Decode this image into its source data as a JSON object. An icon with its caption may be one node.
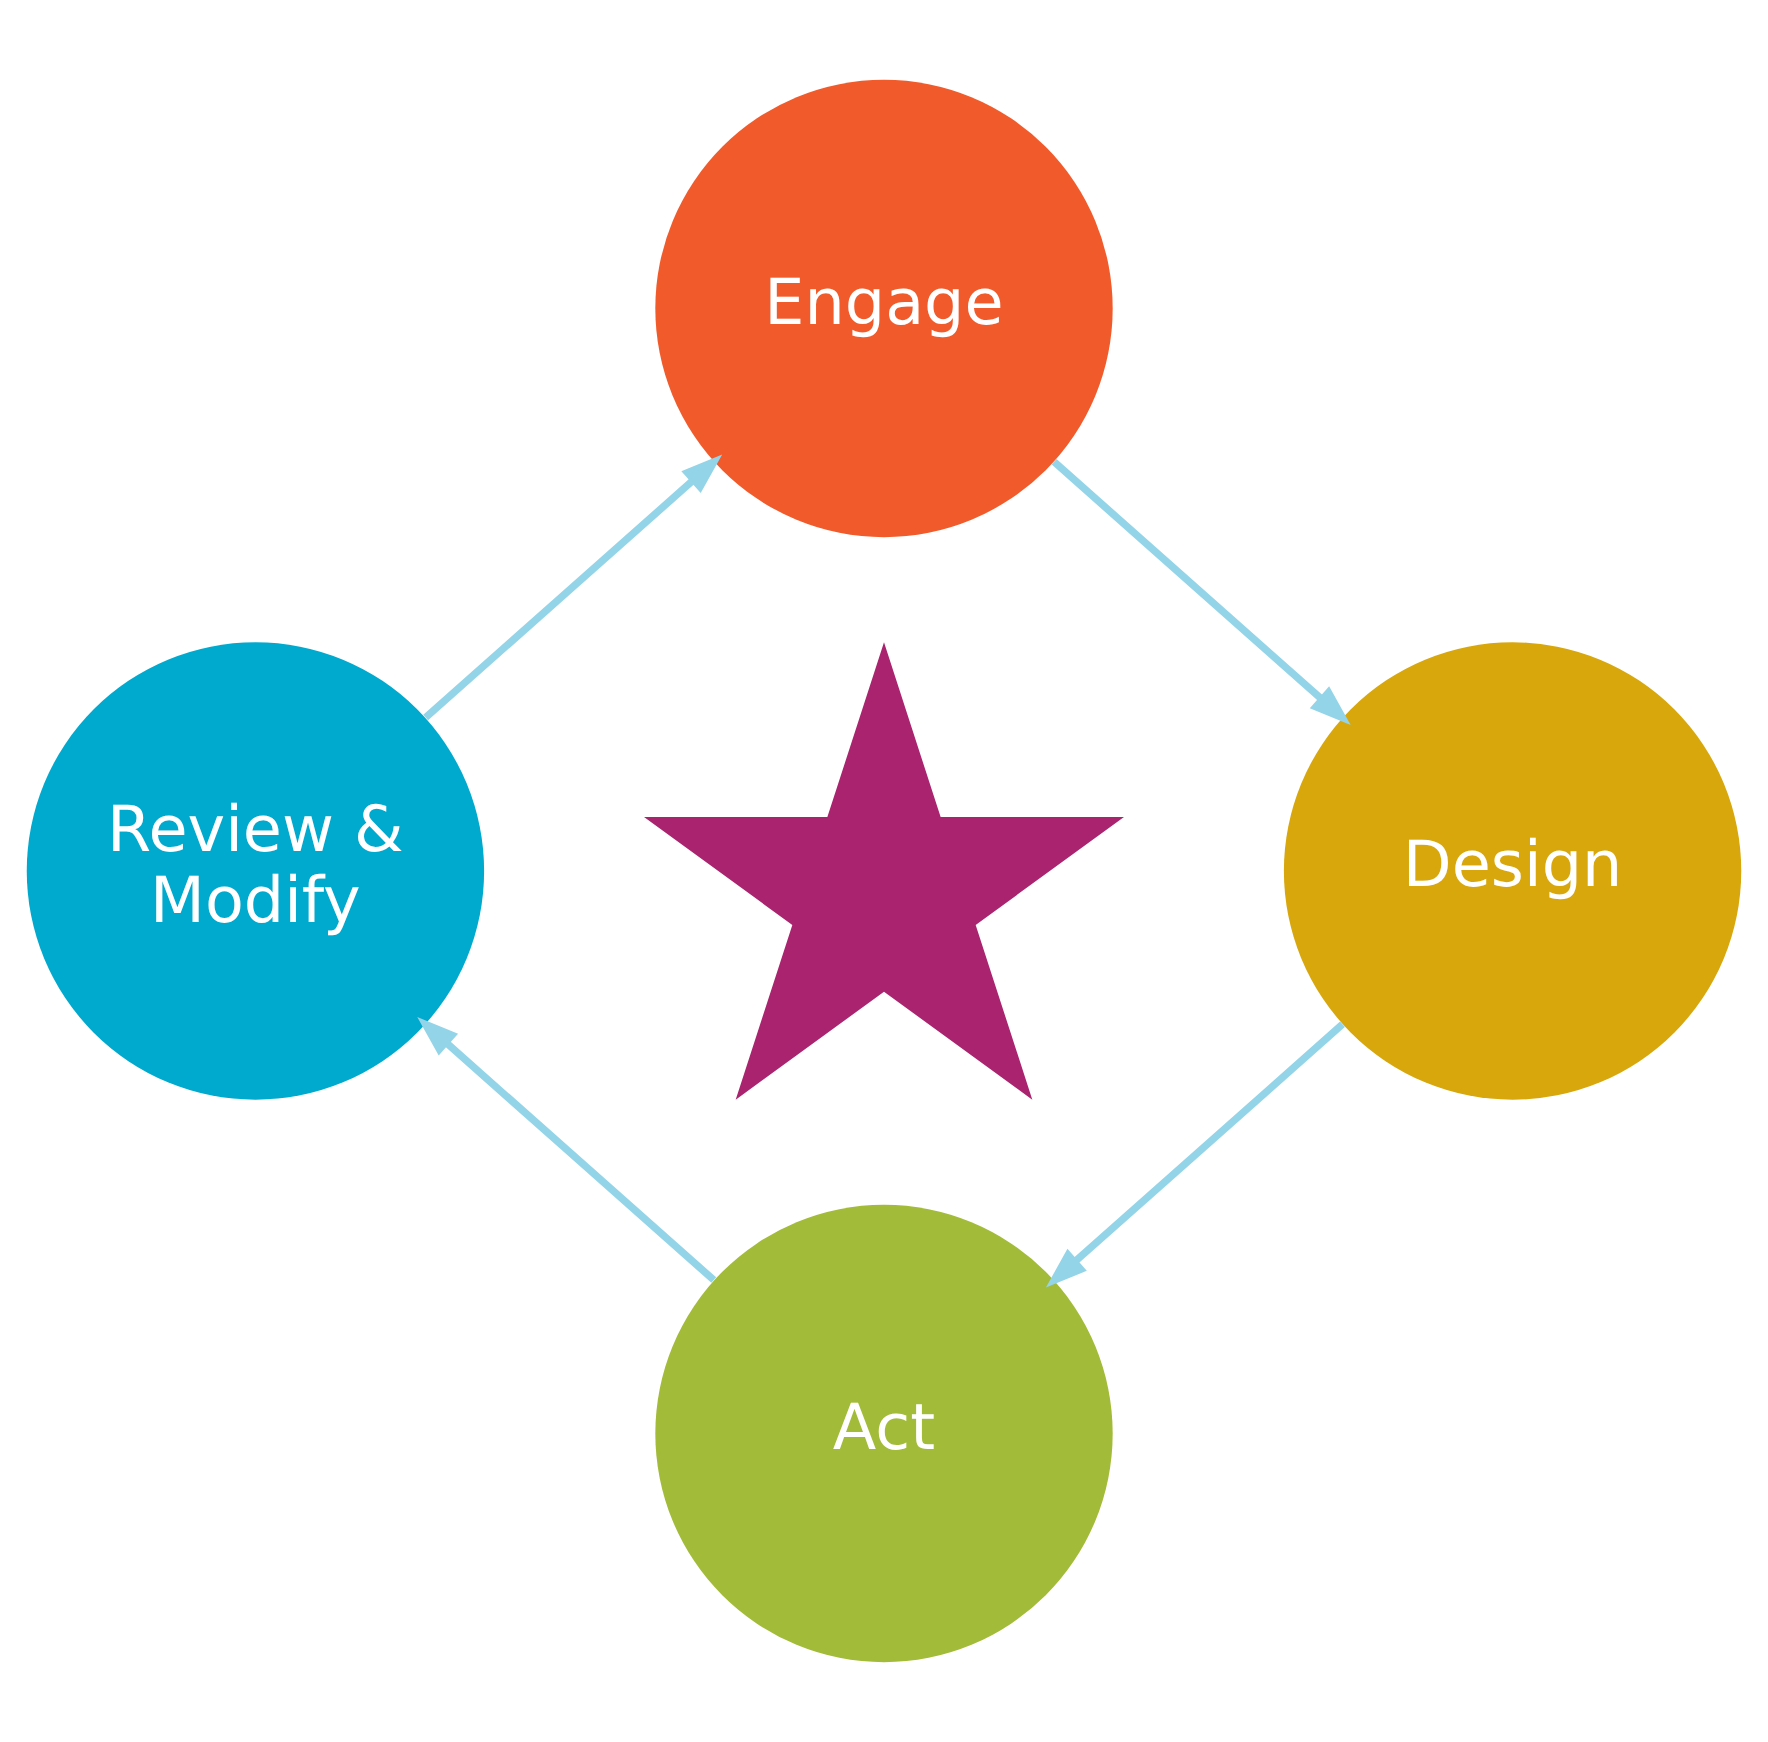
{
  "diagram": {
    "nodes": [
      {
        "text": [
          "Engage"
        ]
      },
      {
        "text": [
          "Design"
        ]
      },
      {
        "text": [
          "Act"
        ]
      },
      {
        "text": [
          "Review & Modify"
        ]
      },
      {
        "text": [],
        "shape": "star"
      }
    ],
    "edges": [
      {
        "from": 0,
        "to": 1,
        "arrow": "to"
      },
      {
        "from": 1,
        "to": 2,
        "arrow": "to"
      },
      {
        "from": 2,
        "to": 3,
        "arrow": "to"
      },
      {
        "from": 3,
        "to": 0,
        "arrow": "to"
      }
    ]
  }
}
